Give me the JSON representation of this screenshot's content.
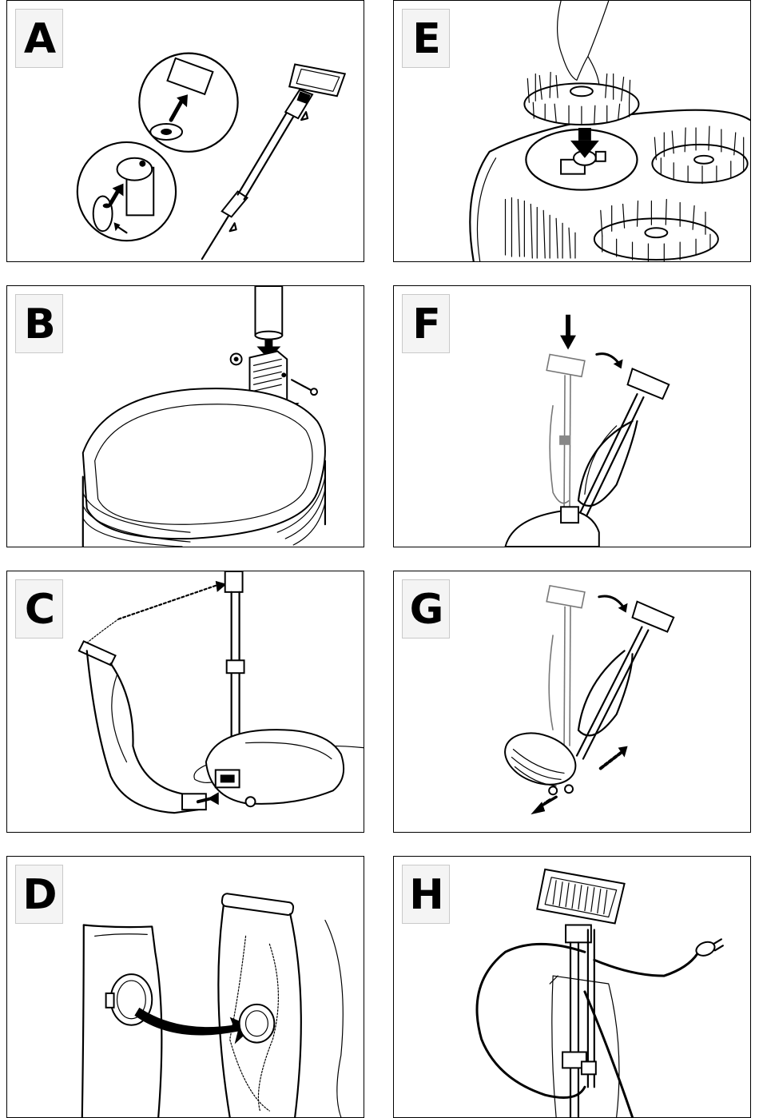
{
  "panels": [
    {
      "id": "A",
      "label": "A",
      "illustration": "handle-assembly-illustration"
    },
    {
      "id": "E",
      "label": "E",
      "illustration": "brush-attachment-illustration"
    },
    {
      "id": "B",
      "label": "B",
      "illustration": "handle-mount-illustration"
    },
    {
      "id": "F",
      "label": "F",
      "illustration": "handle-tilt-illustration"
    },
    {
      "id": "C",
      "label": "C",
      "illustration": "dust-bag-connection-illustration"
    },
    {
      "id": "G",
      "label": "G",
      "illustration": "machine-tilt-wheels-illustration"
    },
    {
      "id": "D",
      "label": "D",
      "illustration": "dust-bag-insert-illustration"
    },
    {
      "id": "H",
      "label": "H",
      "illustration": "cord-storage-illustration"
    }
  ]
}
